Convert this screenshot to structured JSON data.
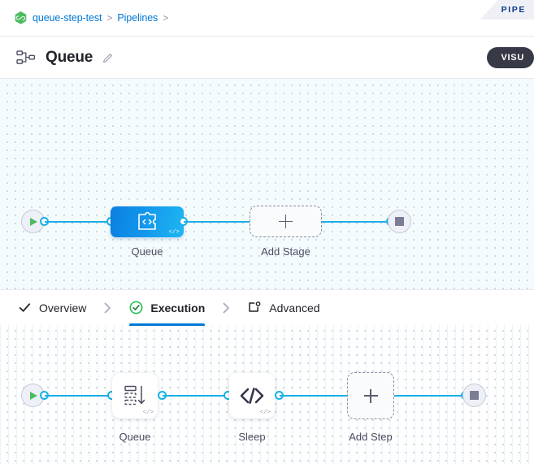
{
  "breadcrumb": {
    "logo_icon": "harness-logo-icon",
    "items": [
      {
        "label": "queue-step-test",
        "separator": ">"
      },
      {
        "label": "Pipelines",
        "separator": ">"
      }
    ]
  },
  "ribbon": {
    "label": "PIPE"
  },
  "header": {
    "icon": "pipeline-nodes-icon",
    "title": "Queue",
    "edit_icon": "pencil-icon",
    "mode_badge": "VISU"
  },
  "stages_canvas": {
    "start_node": {
      "icon": "play-icon"
    },
    "end_node": {
      "icon": "stop-icon"
    },
    "nodes": [
      {
        "label": "Queue",
        "icon": "stage-code-icon",
        "badge": "</>",
        "selected": true
      },
      {
        "label": "Add Stage",
        "icon": "plus-icon",
        "placeholder": true
      }
    ]
  },
  "tabs": [
    {
      "label": "Overview",
      "icon": "check-icon",
      "active": false
    },
    {
      "label": "Execution",
      "icon": "check-circle-icon",
      "active": true
    },
    {
      "label": "Advanced",
      "icon": "advanced-gear-box-icon",
      "active": false
    }
  ],
  "tab_separator": ">",
  "steps_canvas": {
    "start_node": {
      "icon": "play-icon"
    },
    "end_node": {
      "icon": "stop-icon"
    },
    "nodes": [
      {
        "label": "Queue",
        "icon": "queue-list-icon",
        "badge": "</>",
        "placeholder": false
      },
      {
        "label": "Sleep",
        "icon": "code-brackets-icon",
        "badge": "</>",
        "placeholder": false
      },
      {
        "label": "Add Step",
        "icon": "plus-icon",
        "placeholder": true
      }
    ]
  },
  "colors": {
    "accent_blue": "#0278d5",
    "edge_blue": "#19b0e8",
    "node_blue": "#1296ec",
    "success_green": "#4dbb60",
    "canvas_stages_bg": "#f4fbfd",
    "badge_dark": "#383946"
  }
}
